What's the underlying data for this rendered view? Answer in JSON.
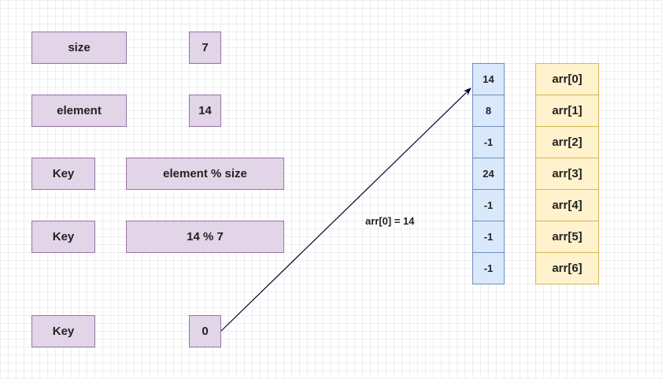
{
  "left_boxes": {
    "size_label": "size",
    "size_value": "7",
    "element_label": "element",
    "element_value": "14",
    "key_label_1": "Key",
    "formula": "element % size",
    "key_label_2": "Key",
    "formula_evaluated": "14 % 7",
    "key_label_3": "Key",
    "key_result": "0"
  },
  "arrow_label": "arr[0] = 14",
  "array_values": [
    "14",
    "8",
    "-1",
    "24",
    "-1",
    "-1",
    "-1"
  ],
  "array_indices": [
    "arr[0]",
    "arr[1]",
    "arr[2]",
    "arr[3]",
    "arr[4]",
    "arr[5]",
    "arr[6]"
  ],
  "colors": {
    "purple_fill": "#e1d5e7",
    "purple_stroke": "#9673a6",
    "blue_fill": "#dae8fc",
    "blue_stroke": "#6c8ebf",
    "yellow_fill": "#fff2cc",
    "yellow_stroke": "#d6b656",
    "arrow": "#000033"
  }
}
